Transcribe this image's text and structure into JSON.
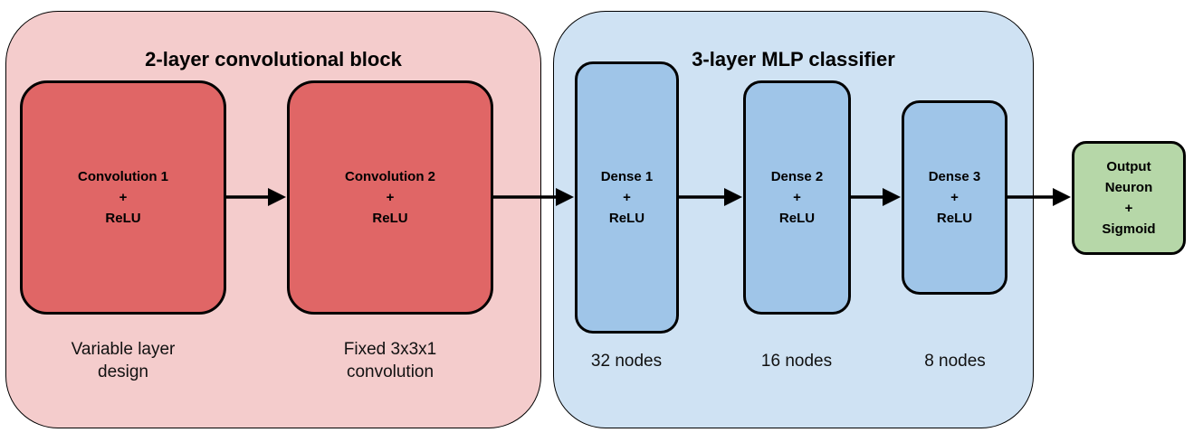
{
  "groups": {
    "conv_block": {
      "title": "2-layer convolutional block"
    },
    "mlp_block": {
      "title": "3-layer MLP classifier"
    }
  },
  "nodes": {
    "conv1": {
      "name": "Convolution 1",
      "plus": "+",
      "activation": "ReLU",
      "caption_line1": "Variable layer",
      "caption_line2": "design"
    },
    "conv2": {
      "name": "Convolution 2",
      "plus": "+",
      "activation": "ReLU",
      "caption_line1": "Fixed 3x3x1",
      "caption_line2": "convolution"
    },
    "dense1": {
      "name": "Dense 1",
      "plus": "+",
      "activation": "ReLU",
      "caption": "32 nodes"
    },
    "dense2": {
      "name": "Dense 2",
      "plus": "+",
      "activation": "ReLU",
      "caption": "16 nodes"
    },
    "dense3": {
      "name": "Dense 3",
      "plus": "+",
      "activation": "ReLU",
      "caption": "8 nodes"
    },
    "output": {
      "line1": "Output",
      "line2": "Neuron",
      "plus": "+",
      "activation": "Sigmoid"
    }
  },
  "colors": {
    "conv_group_fill": "#f4cccc",
    "conv_node_fill": "#e06666",
    "mlp_group_fill": "#cfe2f3",
    "dense_node_fill": "#9fc5e8",
    "output_node_fill": "#b6d7a8",
    "stroke": "#000000"
  }
}
